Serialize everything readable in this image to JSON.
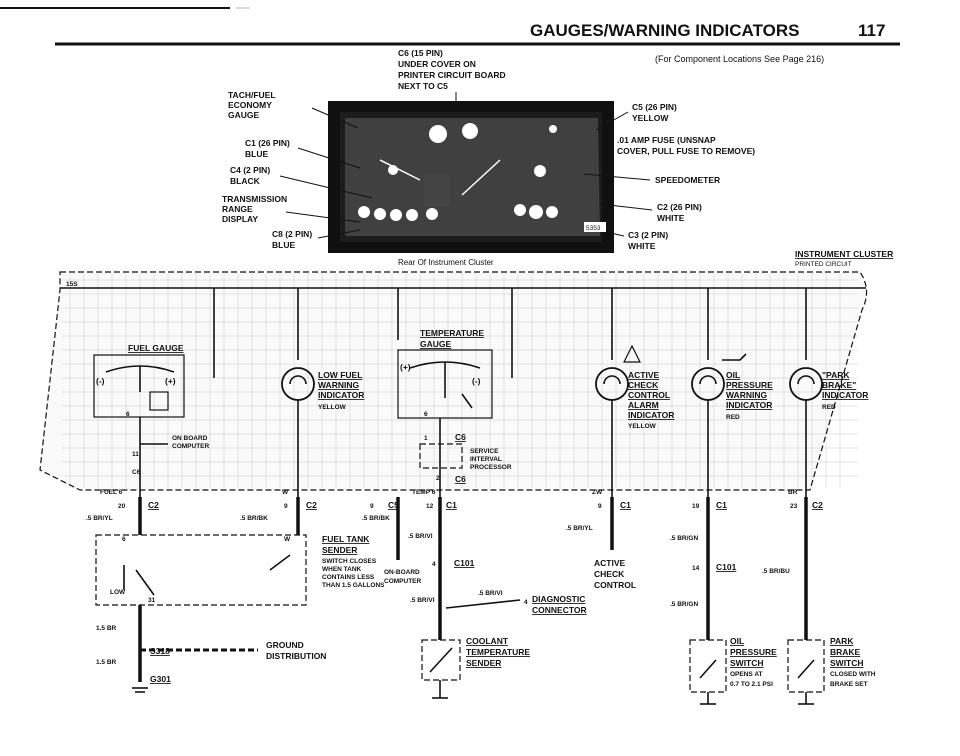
{
  "header": {
    "title": "GAUGES/WARNING INDICATORS",
    "page_number": "117",
    "component_locations": "(For Component Locations See Page 216)"
  },
  "cluster": {
    "caption": "Rear Of Instrument Cluster",
    "photo_number": "5353",
    "title": "INSTRUMENT CLUSTER",
    "subtitle": "PRINTED CIRCUIT",
    "callouts": {
      "c6": [
        "C6 (15 PIN)",
        "UNDER COVER ON",
        "PRINTER CIRCUIT BOARD",
        "NEXT TO C5"
      ],
      "tach": [
        "TACH/FUEL",
        "ECONOMY",
        "GAUGE"
      ],
      "c1": [
        "C1 (26 PIN)",
        "BLUE"
      ],
      "c4": [
        "C4 (2 PIN)",
        "BLACK"
      ],
      "trans": [
        "TRANSMISSION",
        "RANGE",
        "DISPLAY"
      ],
      "c8": [
        "C8 (2 PIN)",
        "BLUE"
      ],
      "c5": [
        "C5 (26 PIN)",
        "YELLOW"
      ],
      "fuse": [
        ".01 AMP FUSE (UNSNAP",
        "COVER, PULL FUSE TO REMOVE)"
      ],
      "speedo": [
        "SPEEDOMETER"
      ],
      "c2": [
        "C2 (26 PIN)",
        "WHITE"
      ],
      "c3": [
        "C3 (2 PIN)",
        "WHITE"
      ]
    }
  },
  "schematic": {
    "bus_label": "15S",
    "fuel_gauge": "FUEL GAUGE",
    "temp_gauge": [
      "TEMPERATURE",
      "GAUGE"
    ],
    "low_fuel": [
      "LOW FUEL",
      "WARNING",
      "INDICATOR",
      "YELLOW"
    ],
    "active_check": [
      "ACTIVE",
      "CHECK",
      "CONTROL",
      "ALARM",
      "INDICATOR",
      "YELLOW"
    ],
    "oil_warning": [
      "OIL",
      "PRESSURE",
      "WARNING",
      "INDICATOR",
      "RED"
    ],
    "park_brake": [
      "\"PARK",
      "BRAKE\"",
      "INDICATOR",
      "RED"
    ],
    "on_board": [
      "ON BOARD",
      "COMPUTER"
    ],
    "service": [
      "SERVICE",
      "INTERVAL",
      "PROCESSOR"
    ],
    "fuel_sender": [
      "FUEL TANK",
      "SENDER",
      "SWITCH CLOSES",
      "WHEN TANK",
      "CONTAINS LESS",
      "THAN 1.5 GALLONS"
    ],
    "on_board2": [
      "ON-BOARD",
      "COMPUTER"
    ],
    "active_check2": [
      "ACTIVE",
      "CHECK",
      "CONTROL"
    ],
    "diag": [
      "DIAGNOSTIC",
      "CONNECTOR"
    ],
    "ground": [
      "GROUND",
      "DISTRIBUTION"
    ],
    "coolant": [
      "COOLANT",
      "TEMPERATURE",
      "SENDER"
    ],
    "oil_switch": [
      "OIL",
      "PRESSURE",
      "SWITCH",
      "OPENS AT",
      "0.7 TO 2.1 PSI"
    ],
    "park_switch": [
      "PARK",
      "BRAKE",
      "SWITCH",
      "CLOSED WITH",
      "BRAKE SET"
    ],
    "wires": {
      "fuel6": "FUEL 6",
      "w": "W",
      "temp6": "TEMP 6",
      "zw": "ZW",
      "br": "BR",
      "brvl": ".5 BR/YL",
      "brbk": ".5 BR/BK",
      "brbk2": ".5 BR/BK",
      "brvi": ".5 BR/VI",
      "brvi2": ".5 BR/VI",
      "brvi3": ".5 BR/VI",
      "bryl2": ".5 BR/YL",
      "brgn": ".5 BR/GN",
      "brgn2": ".5 BR/GN",
      "brbu": ".5 BR/BU",
      "br15": "1.5 BR",
      "br15b": "1.5 BR",
      "low": "LOW"
    },
    "conn": {
      "c2a": "C2",
      "c2b": "C2",
      "c5": "C5",
      "c1a": "C1",
      "c1b": "C1",
      "c1c": "C1",
      "c2c": "C2",
      "c101a": "C101",
      "c101b": "C101",
      "c6a": "C6",
      "c6b": "C6",
      "c6c": "C6",
      "s318": "S318",
      "g301": "G301"
    },
    "pins": {
      "p20": "20",
      "p9a": "9",
      "p9b": "9",
      "p12": "12",
      "p9c": "9",
      "p19": "19",
      "p23": "23",
      "p4a": "4",
      "p4b": "4",
      "p14": "14",
      "p6a": "6",
      "p6b": "6",
      "p6c": "6",
      "p6d": "6",
      "p11": "11",
      "p1": "1",
      "p2": "2",
      "p31": "31"
    }
  }
}
